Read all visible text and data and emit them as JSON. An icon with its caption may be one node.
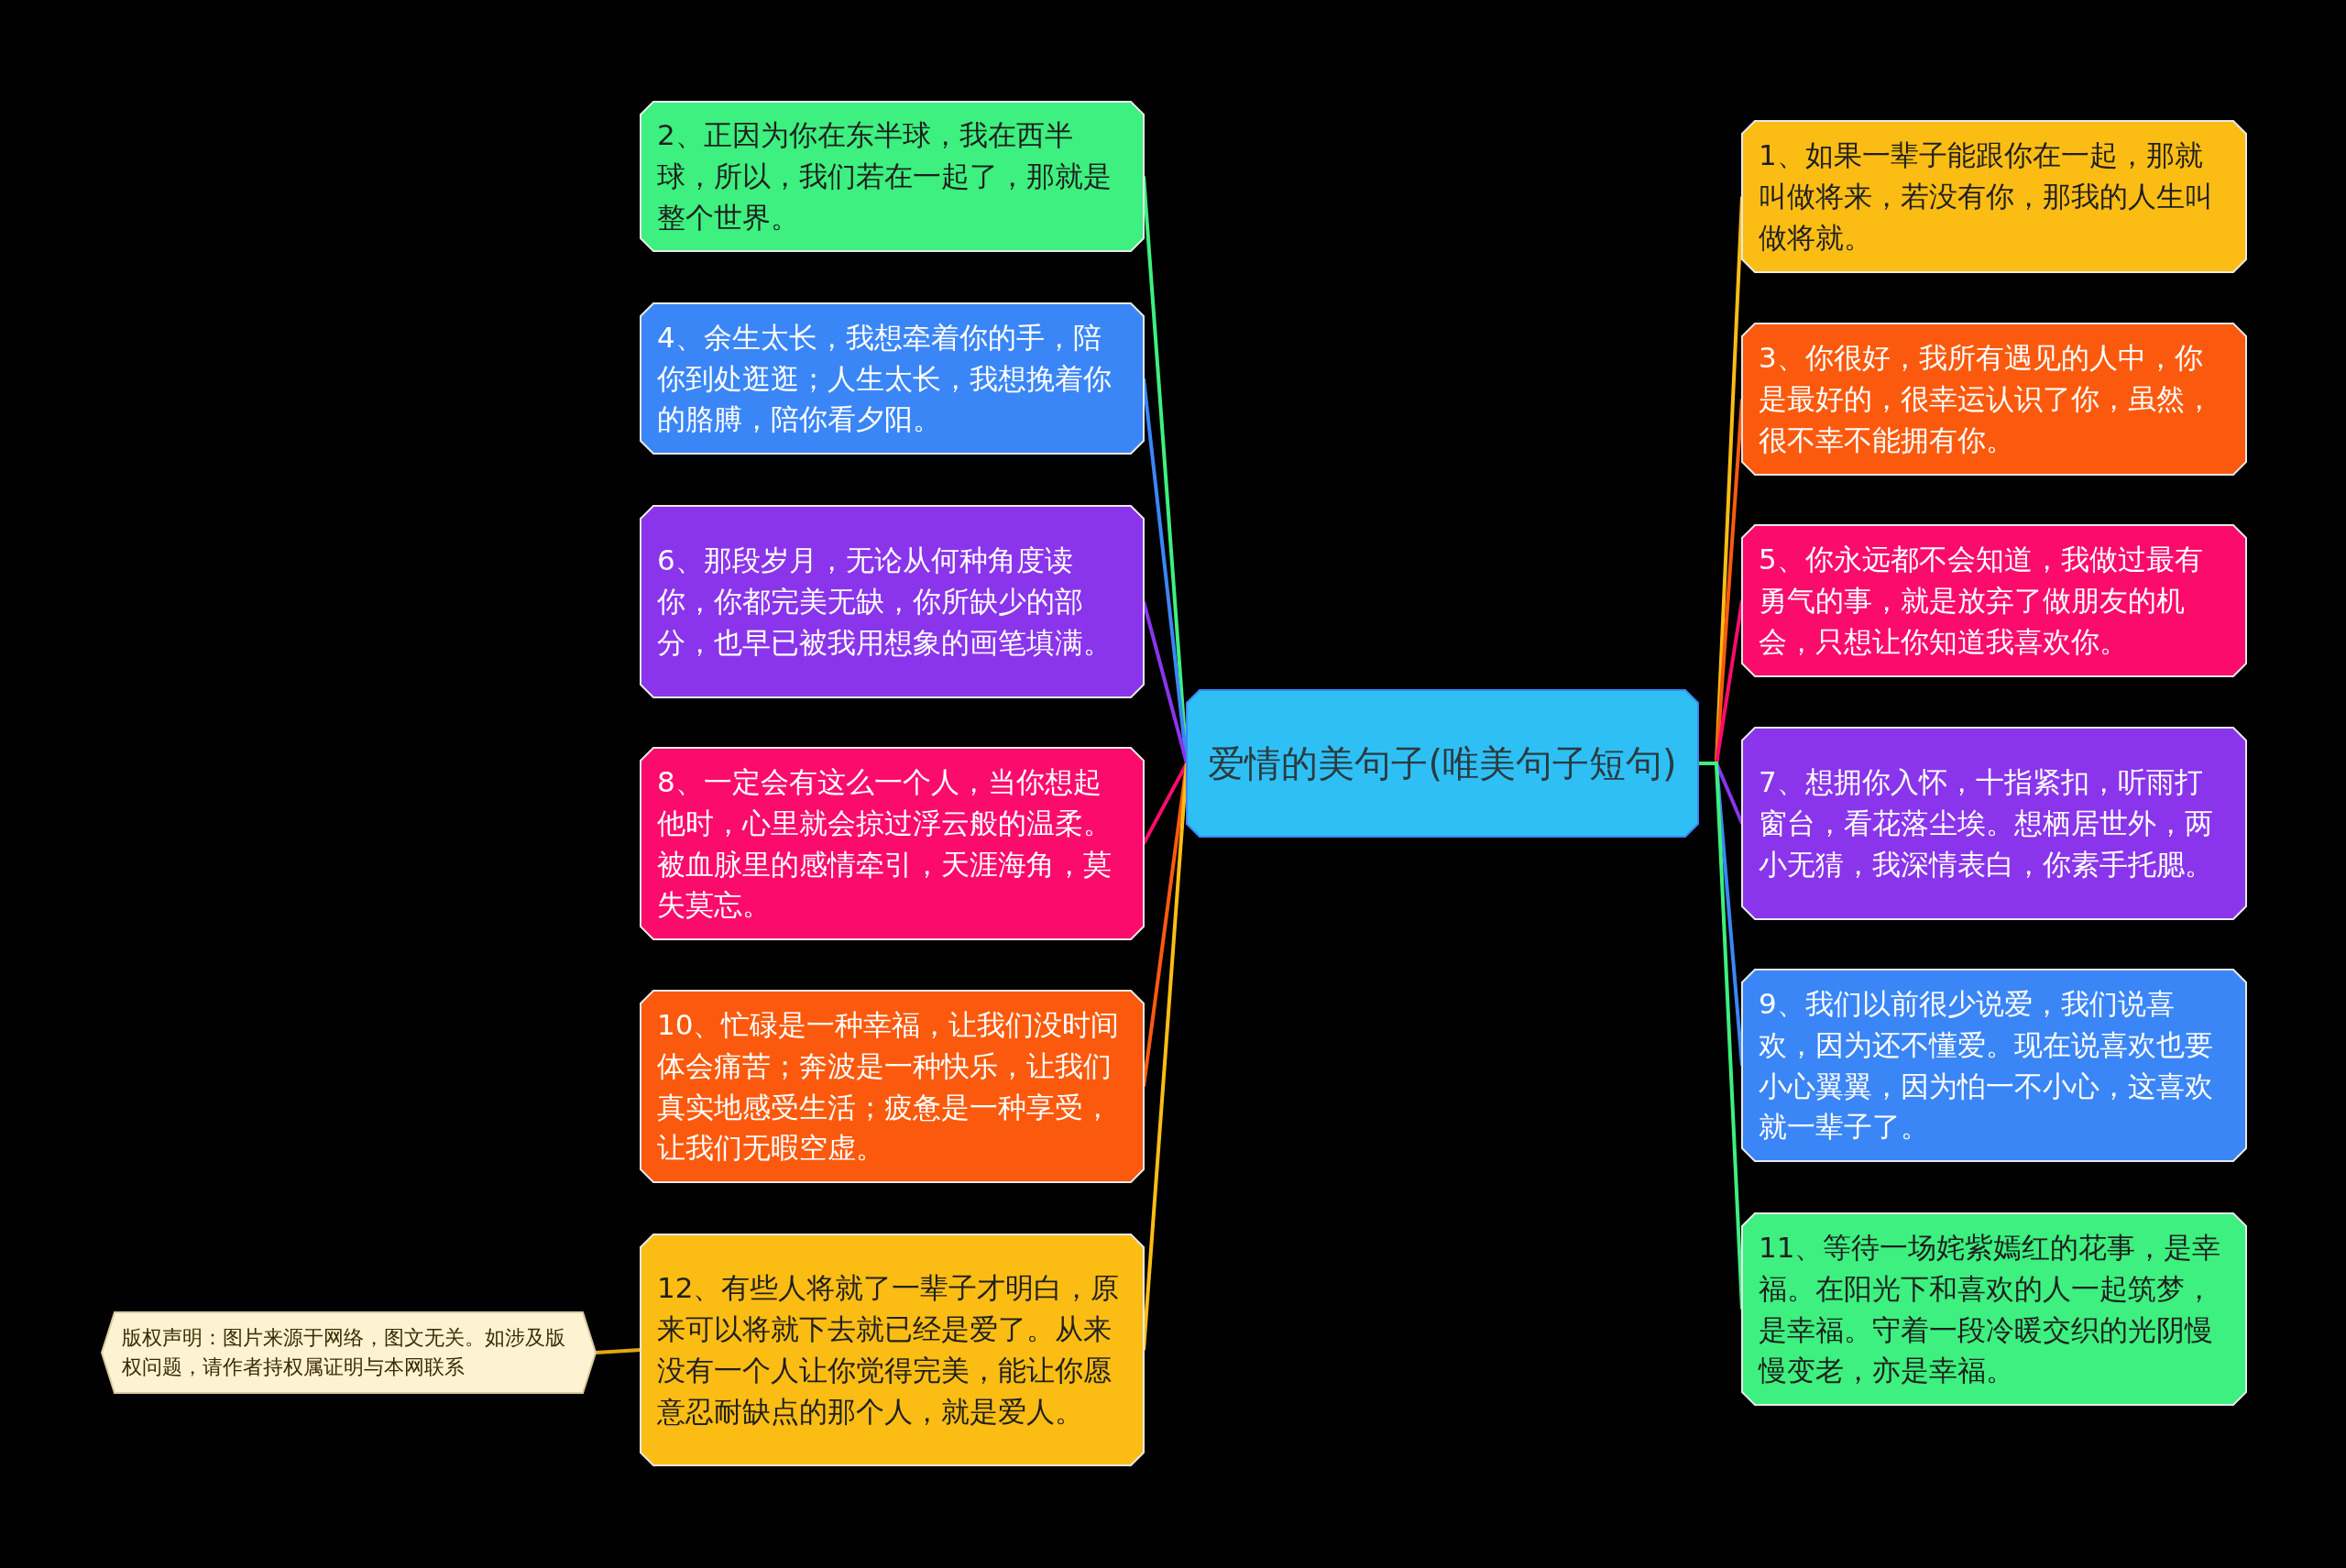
{
  "diagram": {
    "nodes": [
      {
        "text": [
          "爱情的美句子(唯美句子短句)"
        ]
      },
      {
        "text": [
          "1、如果一辈子能跟你在一起，那就叫做将来，若没有你，那我的人生叫做将就。"
        ]
      },
      {
        "text": [
          "2、正因为你在东半球，我在西半球，所以，我们若在一起了，那就是整个世界。"
        ]
      },
      {
        "text": [
          "3、你很好，我所有遇见的人中，你是最好的，很幸运认识了你，虽然，很不幸不能拥有你。"
        ]
      },
      {
        "text": [
          "4、余生太长，我想牵着你的手，陪你到处逛逛；人生太长，我想挽着你的胳膊，陪你看夕阳。"
        ]
      },
      {
        "text": [
          "5、你永远都不会知道，我做过最有勇气的事，就是放弃了做朋友的机会，只想让你知道我喜欢你。"
        ]
      },
      {
        "text": [
          "6、那段岁月，无论从何种角度读你，你都完美无缺，你所缺少的部分，也早已被我用想象的画笔填满。"
        ]
      },
      {
        "text": [
          "7、想拥你入怀，十指紧扣，听雨打窗台，看花落尘埃。想栖居世外，两小无猜，我深情表白，你素手托腮。"
        ]
      },
      {
        "text": [
          "8、一定会有这么一个人，当你想起他时，心里就会掠过浮云般的温柔。被血脉里的感情牵引，天涯海角，莫失莫忘。"
        ]
      },
      {
        "text": [
          "9、我们以前很少说爱，我们说喜欢，因为还不懂爱。现在说喜欢也要小心翼翼，因为怕一不小心，这喜欢就一辈子了。"
        ]
      },
      {
        "text": [
          "10、忙碌是一种幸福，让我们没时间体会痛苦；奔波是一种快乐，让我们真实地感受生活；疲惫是一种享受，让我们无暇空虚。"
        ]
      },
      {
        "text": [
          "11、等待一场姹紫嫣红的花事，是幸福。在阳光下和喜欢的人一起筑梦，是幸福。守着一段冷暖交织的光阴慢慢变老，亦是幸福。"
        ]
      },
      {
        "text": [
          "12、有些人将就了一辈子才明白，原来可以将就下去就已经是爱了。从来没有一个人让你觉得完美，能让你愿意忍耐缺点的那个人，就是爱人。"
        ]
      },
      {
        "text": [
          "版权声明：图片来源于网络，图文无关。如涉及版权问题，请作者持权属证明与本网联系"
        ]
      }
    ],
    "edges": [
      {
        "from": 0,
        "to": 1,
        "arrow": "none",
        "color": "#fbbd14"
      },
      {
        "from": 0,
        "to": 2,
        "arrow": "none",
        "color": "#3df07f"
      },
      {
        "from": 0,
        "to": 3,
        "arrow": "none",
        "color": "#fb5a0e"
      },
      {
        "from": 0,
        "to": 4,
        "arrow": "none",
        "color": "#3b86f6"
      },
      {
        "from": 0,
        "to": 5,
        "arrow": "none",
        "color": "#fb0c6c"
      },
      {
        "from": 0,
        "to": 6,
        "arrow": "none",
        "color": "#8a35ec"
      },
      {
        "from": 0,
        "to": 7,
        "arrow": "none",
        "color": "#8a35ec"
      },
      {
        "from": 0,
        "to": 8,
        "arrow": "none",
        "color": "#fb0c6c"
      },
      {
        "from": 0,
        "to": 9,
        "arrow": "none",
        "color": "#3b86f6"
      },
      {
        "from": 0,
        "to": 10,
        "arrow": "none",
        "color": "#fb5a0e"
      },
      {
        "from": 0,
        "to": 11,
        "arrow": "none",
        "color": "#3df07f"
      },
      {
        "from": 0,
        "to": 12,
        "arrow": "none",
        "color": "#fbbd14"
      },
      {
        "from": 12,
        "to": 13,
        "arrow": "none",
        "color": "#e0a812"
      }
    ]
  }
}
